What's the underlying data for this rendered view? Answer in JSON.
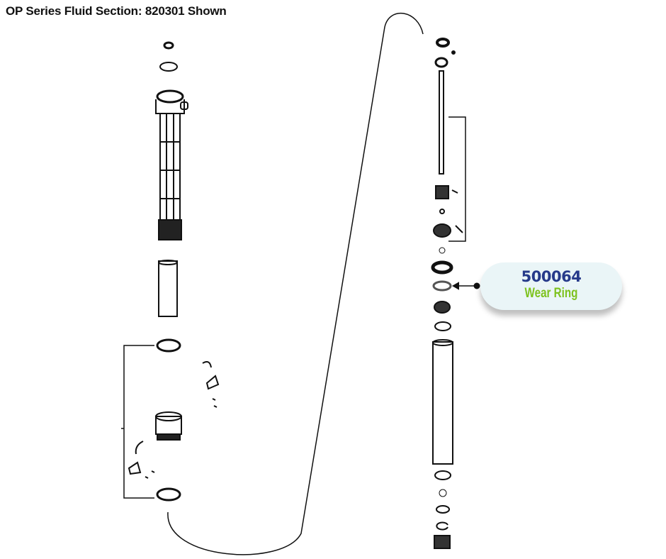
{
  "title": "OP Series Fluid Section: 820301 Shown",
  "callout": {
    "part_number": "500064",
    "part_name": "Wear Ring",
    "colors": {
      "number": "#263a8a",
      "name": "#7dc21e",
      "background": "#eaf5f7"
    }
  }
}
